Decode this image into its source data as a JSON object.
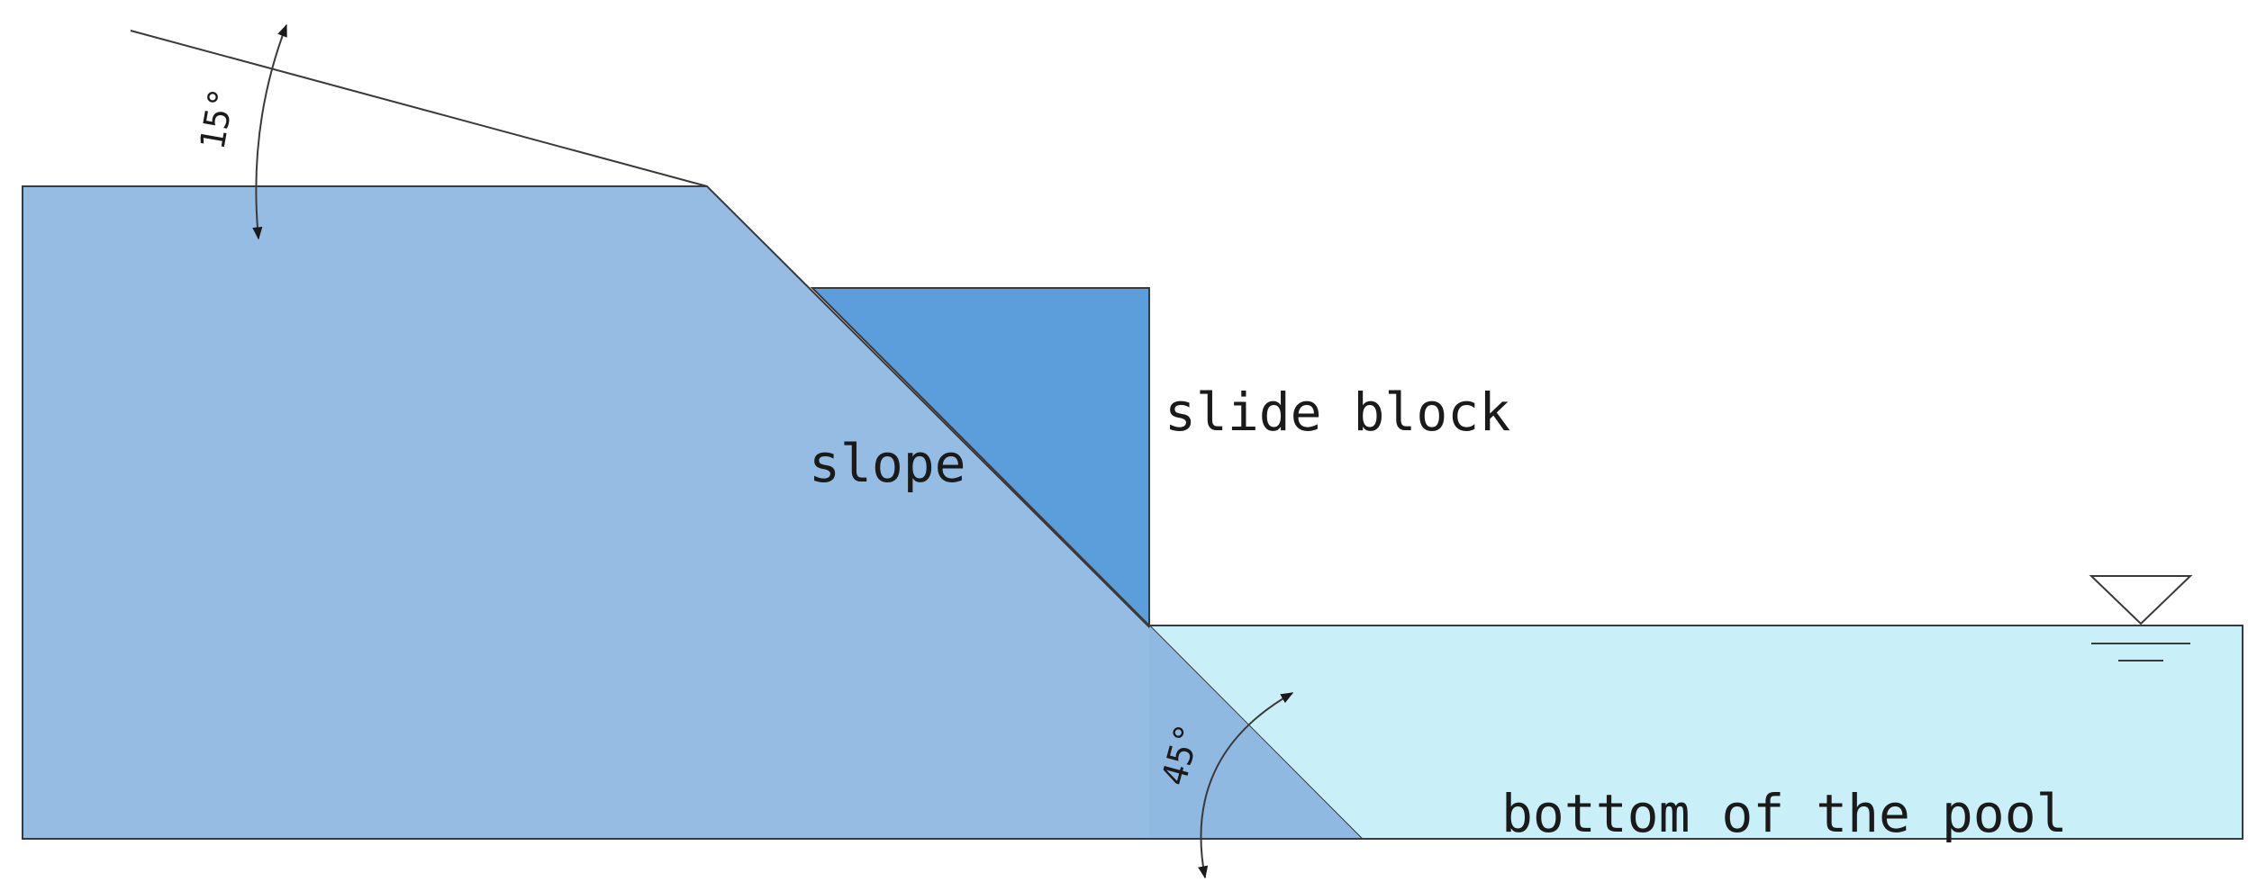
{
  "labels": {
    "slide_block": "slide block",
    "slope": "slope",
    "pool_bottom": "bottom of the pool",
    "top_angle": "15°",
    "slope_angle": "45°"
  },
  "colors": {
    "slope_fill": "#95bde4",
    "block_fill": "#5b9edb",
    "water_fill": "#c9eff9",
    "line": "#3a3a3a"
  },
  "icons": {
    "water_level": "water-level-triangle-icon"
  }
}
